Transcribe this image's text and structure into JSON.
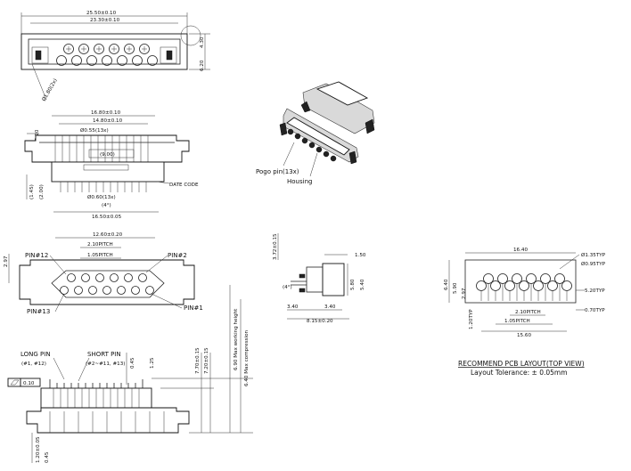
{
  "views": {
    "top": {
      "dims": [
        "25.50±0.10",
        "23.30±0.10",
        "4.30",
        "6.20"
      ],
      "hole_callout": "Ø1.80(2x)"
    },
    "front": {
      "dims": [
        "16.80±0.10",
        "14.80±0.10",
        "Ø0.55(13x)",
        "(9.00)",
        "2.20",
        "(1.45)",
        "(2.00)",
        "Ø0.60(13x)",
        "(4°)",
        "16.50±0.05"
      ],
      "datecode_label": "DATE CODE"
    },
    "iso": {
      "pogo_label": "Pogo pin(13x)",
      "housing_label": "Housing"
    },
    "face": {
      "dims": [
        "12.60±0.20",
        "2.10PITCH",
        "1.05PITCH",
        "2.97"
      ],
      "pins": [
        "PIN#12",
        "PIN#2",
        "PIN#13",
        "PIN#1"
      ]
    },
    "side_small": {
      "dims": [
        "3.72±0.15",
        "1.50",
        "(4°)",
        "5.80",
        "5.40",
        "3.40",
        "3.40",
        "8.15±0.20"
      ]
    },
    "pcb": {
      "dims": [
        "16.40",
        "Ø1.35TYP",
        "Ø0.95TYP",
        "6.40",
        "5.90",
        "2.97",
        "5.20TYP",
        "0.70TYP",
        "2.10PITCH",
        "1.05PITCH",
        "1.20TYP",
        "15.60"
      ],
      "title": "RECOMMEND PCB LAYOUT(TOP VIEW)",
      "tolerance": "Layout Tolerance: ± 0.05mm"
    },
    "pins_side": {
      "long_pin": "LONG PIN",
      "long_pin_sub": "(#1, #12)",
      "short_pin": "SHORT PIN",
      "short_pin_sub": "(#2~#11, #13)",
      "dims": [
        "7.70±0.15",
        "7.20±0.15",
        "6.90 Max working height",
        "6.40 Max compression",
        "0.45",
        "1.25"
      ],
      "flatness": "0.10",
      "bottom_dims": [
        "1.20±0.05",
        "0.45"
      ]
    }
  }
}
